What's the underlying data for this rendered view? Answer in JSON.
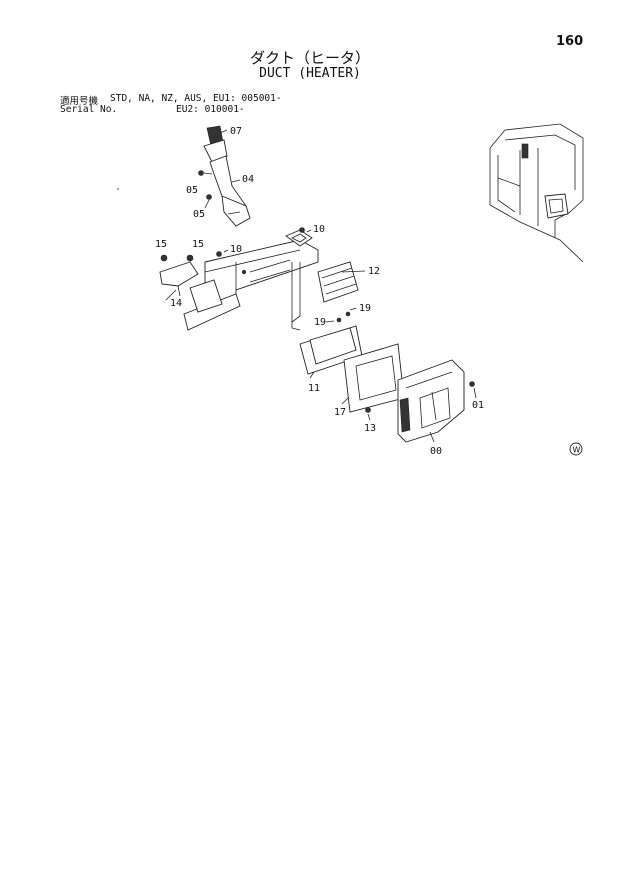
{
  "page_number": "160",
  "title_jp": "ダクト（ヒータ）",
  "title_en": "DUCT (HEATER)",
  "applicability": {
    "label_jp": "適用号機",
    "label_en": "Serial No.",
    "models": "STD, NA, NZ, AUS, EU1: 005001-",
    "eu2": "EU2: 010001-"
  },
  "callouts": [
    "07",
    "04",
    "05",
    "05",
    "10",
    "15",
    "15",
    "10",
    "14",
    "12",
    "19",
    "19",
    "11",
    "17",
    "13",
    "01",
    "00"
  ],
  "mark": "W"
}
